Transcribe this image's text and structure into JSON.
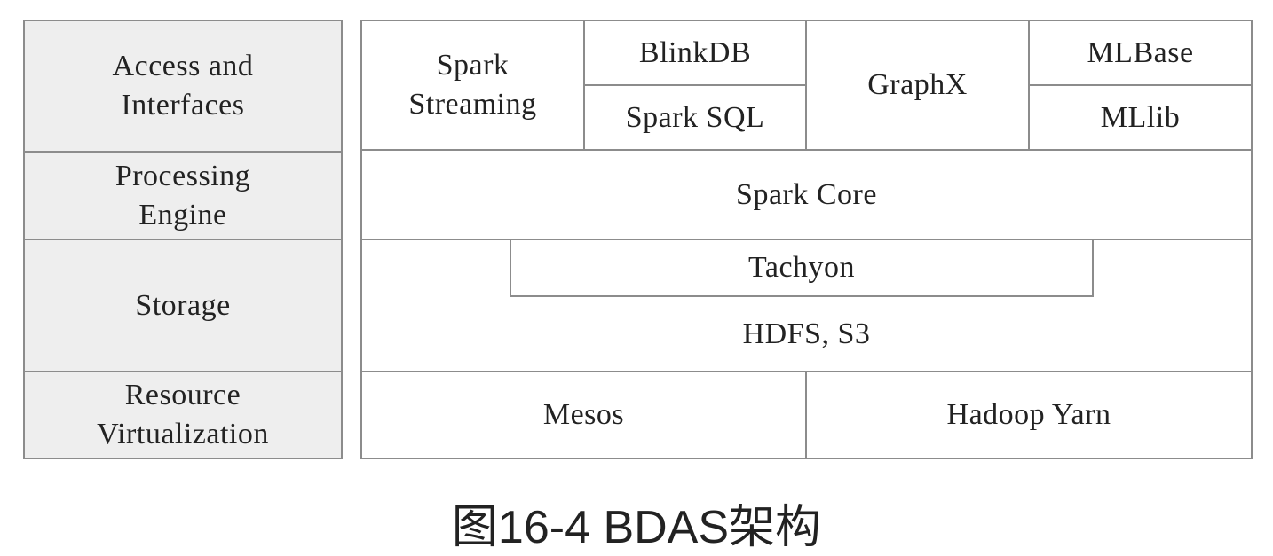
{
  "layers": {
    "access": "Access and\nInterfaces",
    "processing": "Processing\nEngine",
    "storage": "Storage",
    "resource": "Resource\nVirtualization"
  },
  "access_components": {
    "spark_streaming": "Spark\nStreaming",
    "blinkdb": "BlinkDB",
    "spark_sql": "Spark SQL",
    "graphx": "GraphX",
    "mlbase": "MLBase",
    "mllib": "MLlib"
  },
  "processing_components": {
    "spark_core": "Spark Core"
  },
  "storage_components": {
    "tachyon": "Tachyon",
    "hdfs_s3": "HDFS, S3"
  },
  "resource_components": {
    "mesos": "Mesos",
    "hadoop_yarn": "Hadoop Yarn"
  },
  "caption": "图16-4 BDAS架构"
}
